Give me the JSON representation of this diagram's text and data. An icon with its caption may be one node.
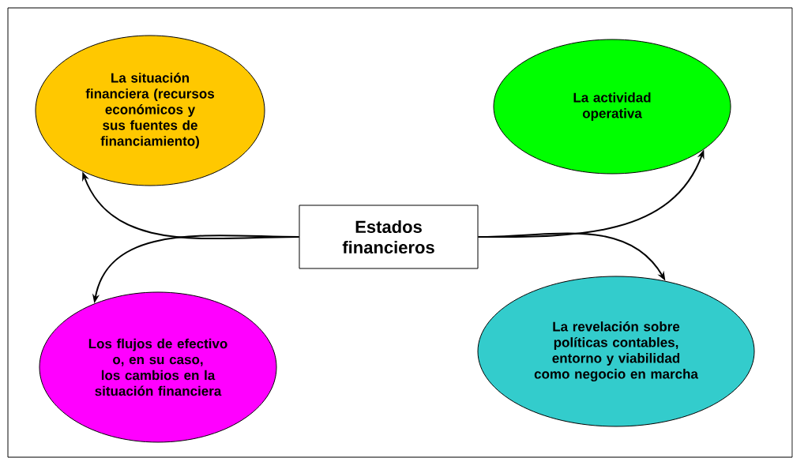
{
  "diagram": {
    "nodes": [
      {
        "text": [
          "Estados financieros"
        ]
      },
      {
        "text": [
          "La situación financiera (recursos económicos y sus fuentes de financiamiento)"
        ]
      },
      {
        "text": [
          "La actividad operativa"
        ]
      },
      {
        "text": [
          "Los flujos de efectivo o, en su caso, los cambios en la situación financiera"
        ]
      },
      {
        "text": [
          "La revelación sobre políticas contables, entorno y viabilidad como negocio en marcha"
        ]
      }
    ],
    "edges": [
      {
        "from": 0,
        "to": 1,
        "arrow": "to"
      },
      {
        "from": 0,
        "to": 2,
        "arrow": "to"
      },
      {
        "from": 0,
        "to": 3,
        "arrow": "to"
      },
      {
        "from": 0,
        "to": 4,
        "arrow": "to"
      }
    ]
  }
}
